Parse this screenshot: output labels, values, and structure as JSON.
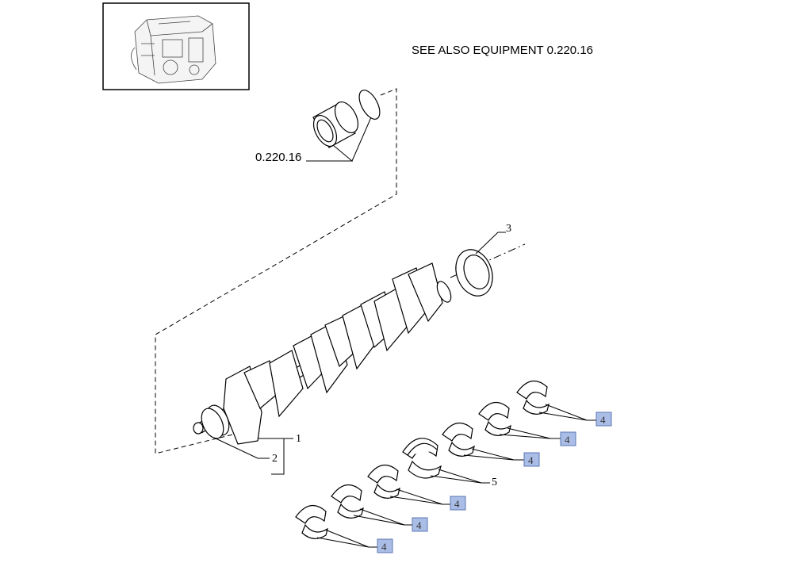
{
  "header": {
    "see_also": "SEE ALSO EQUIPMENT 0.220.16"
  },
  "thumbnail": {
    "icon": "engine-thumbnail-icon"
  },
  "reference": {
    "label": "0.220.16"
  },
  "callouts": {
    "crankshaft": "1",
    "gear": "2",
    "seal": "3",
    "thrust_bearing": "5"
  },
  "bearing_labels": [
    "4",
    "4",
    "4",
    "4",
    "4",
    "4"
  ],
  "colors": {
    "highlight_fill": "#aabde6",
    "highlight_stroke": "#5b77b3",
    "line": "#000000"
  }
}
